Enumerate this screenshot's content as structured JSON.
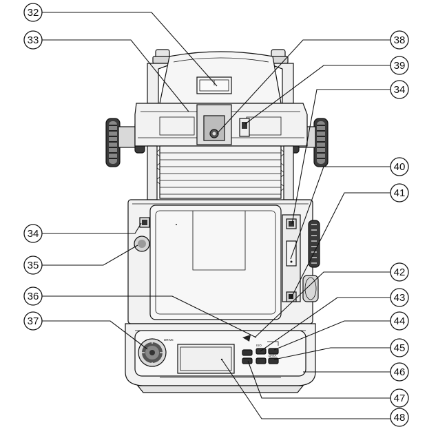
{
  "callouts": [
    {
      "id": "c32",
      "label": "32"
    },
    {
      "id": "c33",
      "label": "33"
    },
    {
      "id": "c38",
      "label": "38"
    },
    {
      "id": "c39",
      "label": "39"
    },
    {
      "id": "c34a",
      "label": "34"
    },
    {
      "id": "c40",
      "label": "40"
    },
    {
      "id": "c41",
      "label": "41"
    },
    {
      "id": "c34b",
      "label": "34"
    },
    {
      "id": "c35",
      "label": "35"
    },
    {
      "id": "c42",
      "label": "42"
    },
    {
      "id": "c36",
      "label": "36"
    },
    {
      "id": "c43",
      "label": "43"
    },
    {
      "id": "c37",
      "label": "37"
    },
    {
      "id": "c44",
      "label": "44"
    },
    {
      "id": "c45",
      "label": "45"
    },
    {
      "id": "c46",
      "label": "46"
    },
    {
      "id": "c47",
      "label": "47"
    },
    {
      "id": "c48",
      "label": "48"
    }
  ],
  "panel_labels": {
    "dial": "DRIVE",
    "btn_a": "ISO",
    "btn_b": "DATA"
  },
  "colors": {
    "ink": "#111111",
    "body_fill": "#f2f2f2",
    "dark_fill": "#2a2a2a"
  }
}
